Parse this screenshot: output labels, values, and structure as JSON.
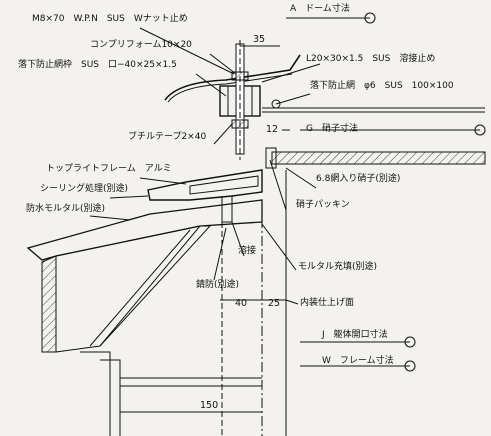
{
  "labels": {
    "bolt": "M8×70　W.P.N　SUS　Wナット止め",
    "dome": "A　ドーム寸法",
    "compriform": "コンプリフォーム10×20",
    "angle": "L20×30×1.5　SUS　溶接止め",
    "fall_frame": "落下防止網枠　SUS　口−40×25×1.5",
    "fall_net": "落下防止網　φ6　SUS　100×100",
    "butyl": "ブチルテープ2×40",
    "glass": "G　硝子寸法",
    "toplight": "トップライトフレーム　アルミ",
    "wired_glass": "6.8網入り硝子(別途)",
    "sealing": "シーリング処理(別途)",
    "waterproof": "防水モルタル(別途)",
    "packing": "硝子パッキン",
    "weld": "溶接",
    "mortar_fill": "モルタル充填(別途)",
    "rust": "錆防(別途)",
    "interior": "内装仕上げ面",
    "opening": "J　躯体開口寸法",
    "frame_dim": "W　フレーム寸法"
  },
  "dimensions": {
    "d35": "35",
    "d12": "12",
    "d40": "40",
    "d25": "25",
    "d150": "150"
  },
  "colors": {
    "background": "#f3f2ee",
    "line": "#111111"
  }
}
